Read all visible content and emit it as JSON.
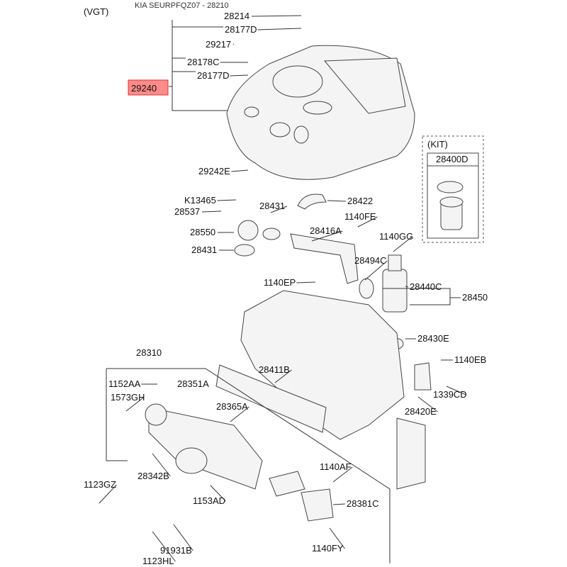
{
  "header": {
    "variant": "(VGT)",
    "watermark": "KIA SEURPFQZ07 - 28210"
  },
  "highlight": {
    "label": "29240",
    "color": "#ff8a8a",
    "border": "#e23030"
  },
  "kit": {
    "title": "(KIT)",
    "part": "28400D"
  },
  "labels": [
    "28214",
    "28177D",
    "29217",
    "28178C",
    "28177D",
    "29242E",
    "K13465",
    "28537",
    "28431",
    "28422",
    "1140FE",
    "28416A",
    "28550",
    "1140GG",
    "28431",
    "28494C",
    "1140EP",
    "28440C",
    "28450",
    "28430E",
    "28310",
    "1140EB",
    "1152AA",
    "28351A",
    "28411B",
    "1573GH",
    "1339CD",
    "28365A",
    "28420E",
    "28342B",
    "1140AF",
    "1123GZ",
    "1153AD",
    "28381C",
    "1140FY",
    "91931B",
    "1123HL"
  ]
}
